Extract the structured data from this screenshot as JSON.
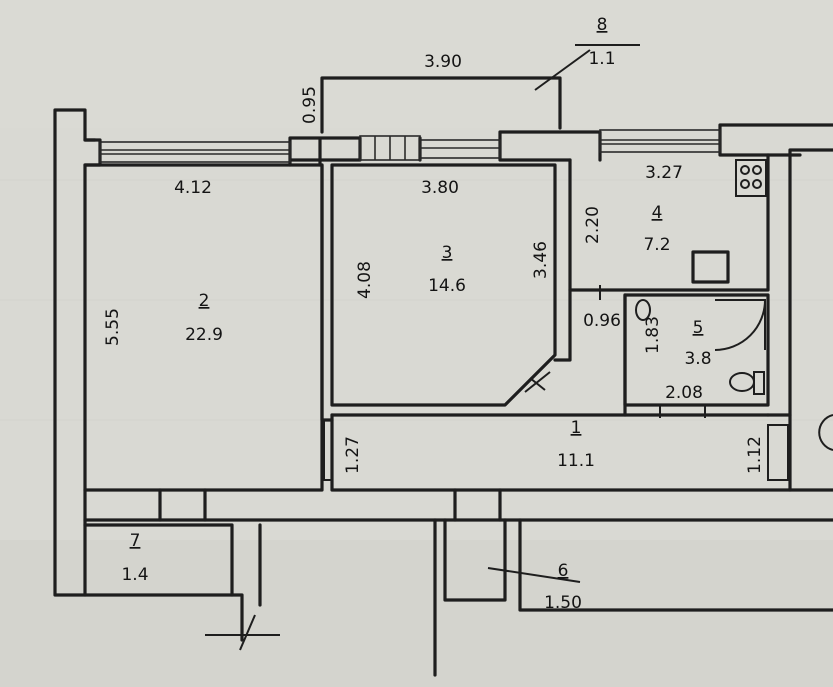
{
  "rooms": [
    {
      "number": "1",
      "area": "11.1"
    },
    {
      "number": "2",
      "area": "22.9"
    },
    {
      "number": "3",
      "area": "14.6"
    },
    {
      "number": "4",
      "area": "7.2"
    },
    {
      "number": "5",
      "area": "3.8"
    },
    {
      "number": "6",
      "area": "1.50"
    },
    {
      "number": "7",
      "area": "1.4"
    },
    {
      "number": "8",
      "area": "1.1"
    }
  ],
  "dimensions": {
    "room2_width": "4.12",
    "room2_length": "5.55",
    "room3_width": "3.80",
    "room3_left": "4.08",
    "room3_right": "3.46",
    "room4_width": "3.27",
    "room4_depth": "2.20",
    "room5_depth": "1.83",
    "room5_width": "2.08",
    "passage_width": "0.96",
    "hall_left": "1.27",
    "hall_right": "1.12",
    "balcony_width": "3.90",
    "balcony_depth": "0.95"
  }
}
